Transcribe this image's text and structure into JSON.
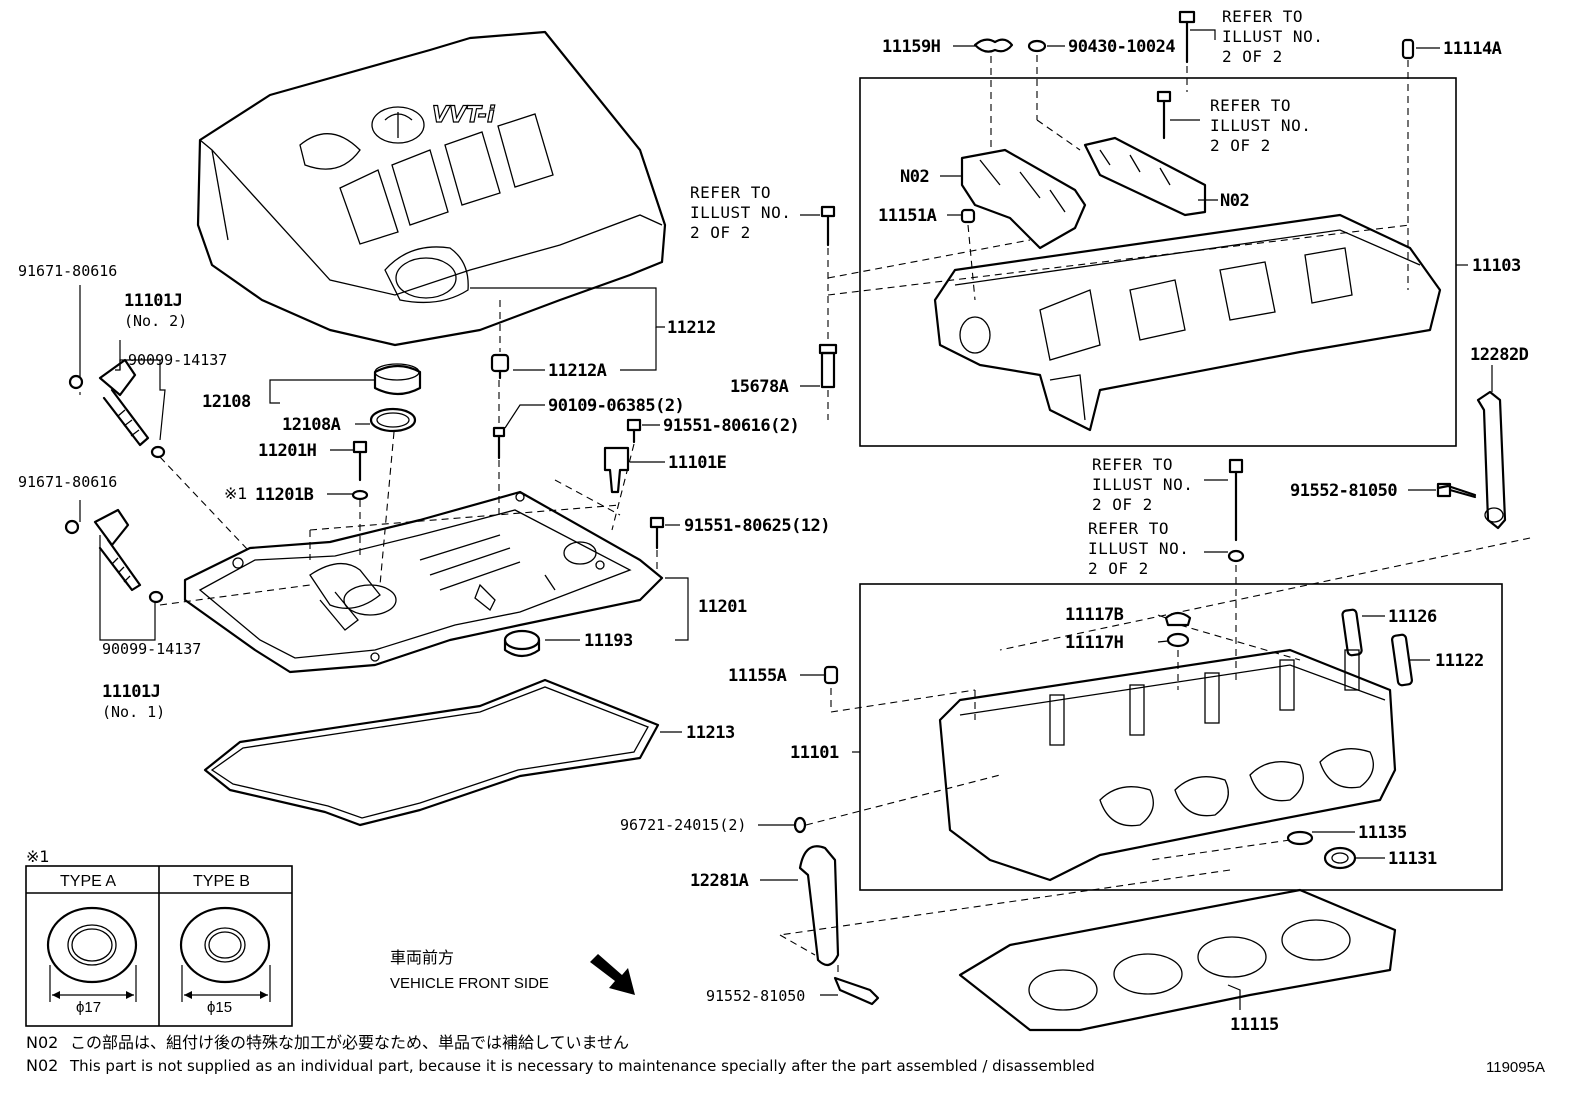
{
  "diagram": {
    "ref_code": "119095A",
    "refer_note": [
      "REFER TO",
      "ILLUST NO.",
      "2 OF 2"
    ],
    "parts": {
      "p11159H": "11159H",
      "p90430": "90430-10024",
      "p11114A": "11114A",
      "p11103": "11103",
      "p11151A": "11151A",
      "pN02a": "N02",
      "pN02b": "N02",
      "p15678A": "15678A",
      "p12282D": "12282D",
      "p91552a": "91552-81050",
      "p11212": "11212",
      "p11212A": "11212A",
      "p12108": "12108",
      "p12108A": "12108A",
      "p90109": "90109-06385(2)",
      "p91551a": "91551-80616(2)",
      "p11101E": "11101E",
      "p11201H": "11201H",
      "p11201B": "11201B",
      "p91551b": "91551-80625(12)",
      "p11201": "11201",
      "p11193": "11193",
      "p11213": "11213",
      "p91671a": "91671-80616",
      "p11101Ja": "11101J",
      "p11101Ja_sub": "(No. 2)",
      "p90099a": "90099-14137",
      "p91671b": "91671-80616",
      "p90099b": "90099-14137",
      "p11101Jb": "11101J",
      "p11101Jb_sub": "(No. 1)",
      "p11117B": "11117B",
      "p11117H": "11117H",
      "p11126": "11126",
      "p11122": "11122",
      "p11155A": "11155A",
      "p11101": "11101",
      "p96721": "96721-24015(2)",
      "p11135": "11135",
      "p11131": "11131",
      "p12281A": "12281A",
      "p91552b": "91552-81050",
      "p11115": "11115"
    },
    "marker_1": "※1",
    "type_table": {
      "mark": "※1",
      "type_a": "TYPE A",
      "type_b": "TYPE B",
      "dim_a": "ϕ17",
      "dim_b": "ϕ15"
    },
    "front": {
      "jp": "車両前方",
      "en": "VEHICLE FRONT SIDE"
    },
    "notes": {
      "code": "N02",
      "jp": "この部品は、組付け後の特殊な加工が必要なため、単品では補給していません",
      "en": "This part is not supplied as an individual part, because it is necessary to maintenance specially after the part assembled / disassembled"
    }
  }
}
